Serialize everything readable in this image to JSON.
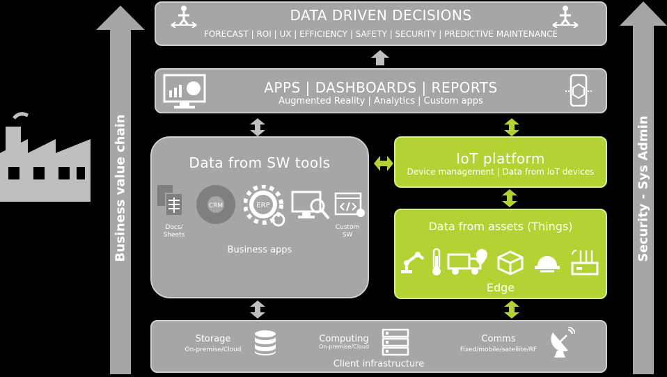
{
  "top": {
    "title": "DATA DRIVEN DECISIONS",
    "subtitle": "FORECAST | ROI | UX | EFFICIENCY | SAFETY | SECURITY | PREDICTIVE MAINTENANCE"
  },
  "apps": {
    "title": "APPS | DASHBOARDS | REPORTS",
    "subtitle": "Augmented Reality | Analytics | Custom apps"
  },
  "sw_tools": {
    "title": "Data from SW tools",
    "docs_label": "Docs/ Sheets",
    "crm_label": "CRM",
    "erp_label": "ERP",
    "custom_label": "Custom SW",
    "footer": "Business apps"
  },
  "iot": {
    "title": "IoT platform",
    "subtitle": "Device management | Data from IoT devices"
  },
  "assets": {
    "title": "Data from assets (Things)",
    "footer": "Edge"
  },
  "infra": {
    "storage_label": "Storage",
    "storage_sub": "On-premise/Cloud",
    "computing_label": "Computing",
    "computing_sub": "On-premise/Cloud",
    "comms_label": "Comms",
    "comms_sub": "Fixed/mobile/satellite/RF",
    "footer": "Client infrastructure"
  },
  "left_arrow_label": "Business value chain",
  "right_arrow_label": "Security - Sys Admin",
  "colors": {
    "gray": "#a6a6a6",
    "green": "#b3d334",
    "background": "#000000"
  }
}
